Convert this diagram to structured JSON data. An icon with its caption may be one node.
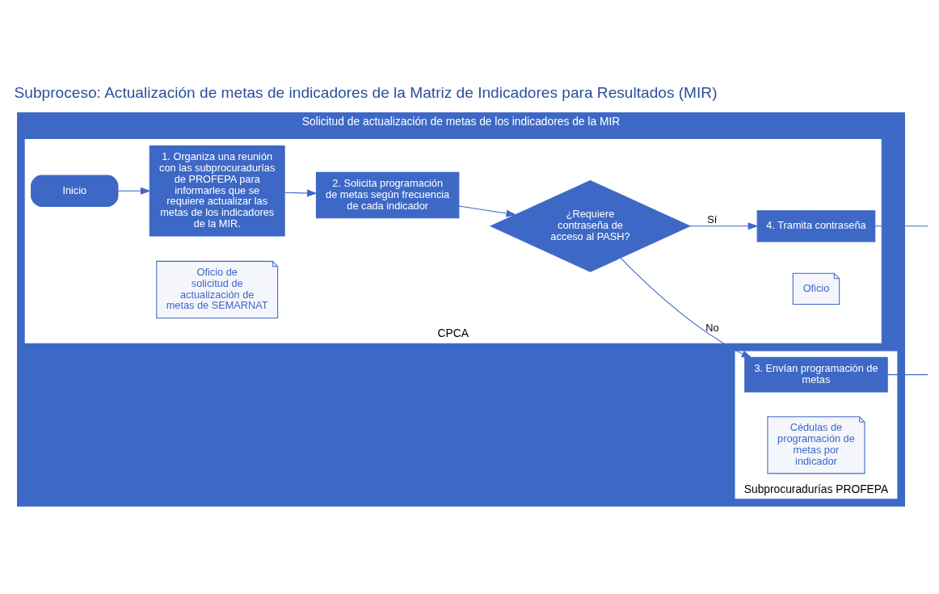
{
  "diagram": {
    "title": "Subproceso: Actualización de metas de indicadores de la Matriz de Indicadores para Resultados (MIR)",
    "nodes": [
      {
        "text": [
          "Solicitud de actualización de metas de los indicadores de la MIR"
        ]
      },
      {
        "text": [
          "CPCA"
        ],
        "in": 0
      },
      {
        "text": [
          "Subprocuradurías PROFEPA"
        ],
        "in": 0
      },
      {
        "text": [
          "Inicio"
        ],
        "in": 1
      },
      {
        "text": [
          "1. Organiza una reunión con las subprocuradurías de PROFEPA para informarles que se requiere actualizar las metas de los indicadores de la MIR."
        ],
        "in": 1
      },
      {
        "text": [
          "Oficio de solicitud de actualización de metas de SEMARNAT"
        ],
        "in": 1
      },
      {
        "text": [
          "2. Solicita programación de metas según frecuencia de cada indicador"
        ],
        "in": 1
      },
      {
        "text": [
          "¿Requiere contraseña de acceso al PASH?"
        ],
        "in": 1
      },
      {
        "text": [
          "4. Tramita contraseña"
        ],
        "in": 1
      },
      {
        "text": [
          "Oficio"
        ],
        "in": 1
      },
      {
        "text": [
          "3. Envían programación de metas"
        ],
        "in": 2
      },
      {
        "text": [
          "Cédulas de programación de metas por indicador"
        ],
        "in": 2
      }
    ],
    "edges": [
      {
        "from": 3,
        "to": 4,
        "arrow": "to"
      },
      {
        "from": 4,
        "to": 6,
        "arrow": "to"
      },
      {
        "from": 6,
        "to": 7,
        "arrow": "to"
      },
      {
        "from": 7,
        "to": 10,
        "arrow": "to",
        "label": "No"
      },
      {
        "from": 7,
        "to": 8,
        "arrow": "to",
        "label": "Sí"
      },
      {
        "from": 8,
        "to": null,
        "arrow": "none"
      },
      {
        "from": 10,
        "to": null,
        "arrow": "none"
      }
    ]
  }
}
